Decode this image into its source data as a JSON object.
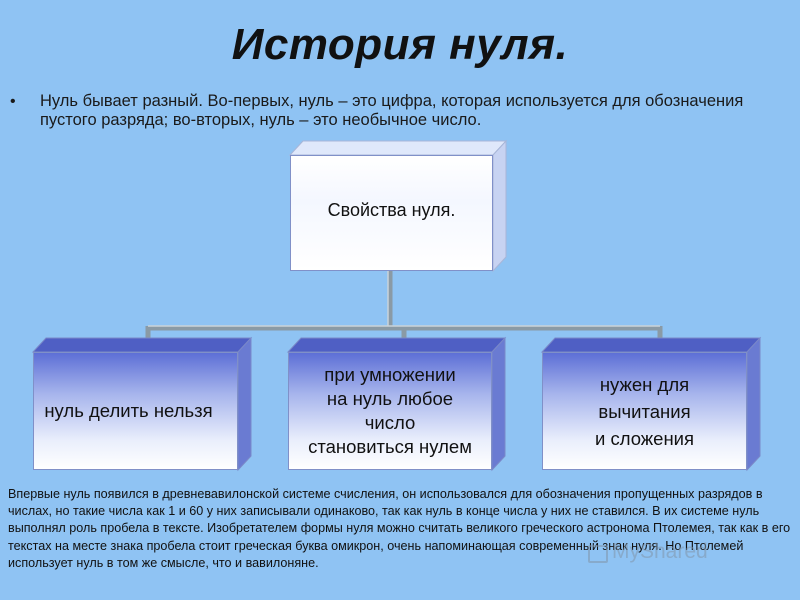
{
  "title": "История нуля.",
  "intro": {
    "bullet": "•",
    "text": "Нуль бывает разный. Во-первых, нуль – это цифра, которая используется для обозначения пустого разряда; во-вторых, нуль – это необычное число."
  },
  "diagram": {
    "root": {
      "label": "Свойства нуля."
    },
    "children": [
      {
        "label": "нуль делить нельзя"
      },
      {
        "label": "при умножении\nна нуль любое\nчисло\nстановиться нулем"
      },
      {
        "label": "нужен для\nвычитания\nи сложения"
      }
    ]
  },
  "history_text": "Впервые нуль появился в древневавилонской системе счисления, он использовался для обозначения пропущенных разрядов в числах, но такие числа как 1 и 60 у них записывали одинаково, так как нуль в конце числа у них не ставился. В их системе нуль выполнял роль пробела в тексте. Изобретателем формы нуля можно считать великого греческого астронома Птолемея, так как в его текстах на месте знака пробела стоит греческая буква омикрон, очень напоминающая современный знак нуля. Но Птолемей использует нуль в том же смысле, что и вавилоняне.",
  "watermark": "MyShared",
  "colors": {
    "background": "#8fc3f3",
    "box_gradient_top": "#5d6fd6",
    "box_gradient_bottom": "#ffffff",
    "connector": "#8a9aa5"
  }
}
